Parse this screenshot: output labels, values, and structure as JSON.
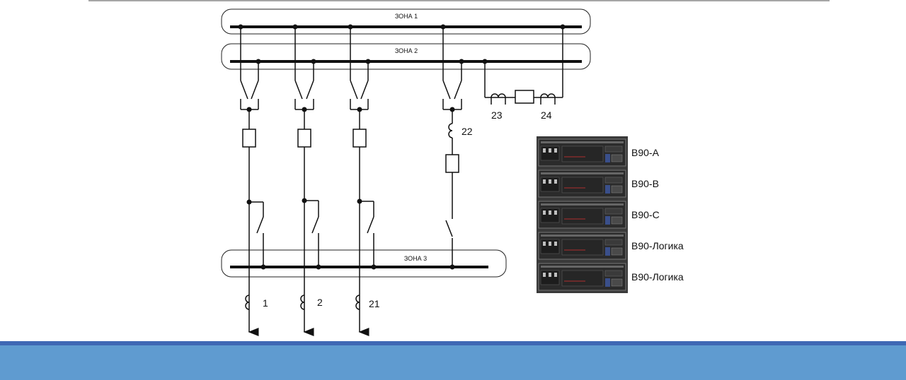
{
  "zones": {
    "zone1": "ЗОНА 1",
    "zone2": "ЗОНА 2",
    "zone3": "ЗОНА 3"
  },
  "ct_labels": {
    "ct1": "1",
    "ct2": "2",
    "ct21": "21",
    "ct22": "22",
    "ct23": "23",
    "ct24": "24"
  },
  "relays": [
    {
      "label": "B90-A"
    },
    {
      "label": "B90-B"
    },
    {
      "label": "B90-C"
    },
    {
      "label": "B90-Логика"
    },
    {
      "label": "B90-Логика"
    }
  ],
  "colors": {
    "line": "#111111",
    "footer": "#5f9bd0",
    "footer_border": "#3f68b4",
    "relay_body": "#2c2c2c"
  }
}
